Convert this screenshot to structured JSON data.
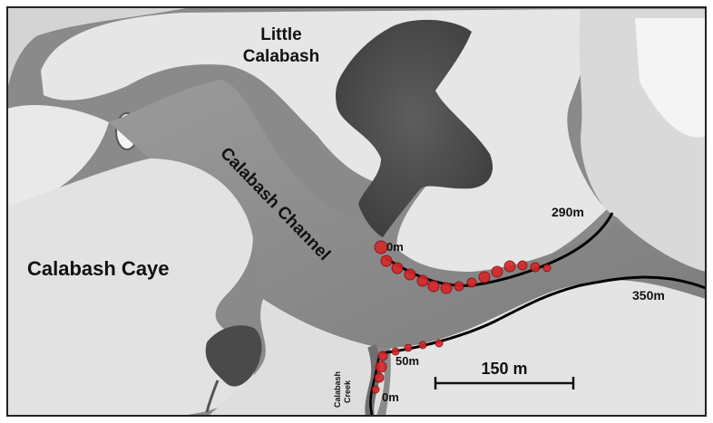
{
  "labels": {
    "little_calabash_line1": "Little",
    "little_calabash_line2": "Calabash",
    "calabash_channel": "Calabash Channel",
    "calabash_caye": "Calabash Caye",
    "calabash_creek_line1": "Calabash",
    "calabash_creek_line2": "Creek"
  },
  "distance_markers": {
    "channel_start": "0m",
    "channel_end": "290m",
    "south_shore_end": "350m",
    "creek_mouth": "50m",
    "creek_start": "0m"
  },
  "scale_bar": {
    "label": "150 m"
  },
  "colors": {
    "water_dark": "#5a5a5a",
    "water_mid": "#8e8e8e",
    "land_light": "#e4e4e4",
    "land_bright": "#f3f3f3",
    "survey_red": "#d8262a",
    "shoreline": "#000000"
  }
}
